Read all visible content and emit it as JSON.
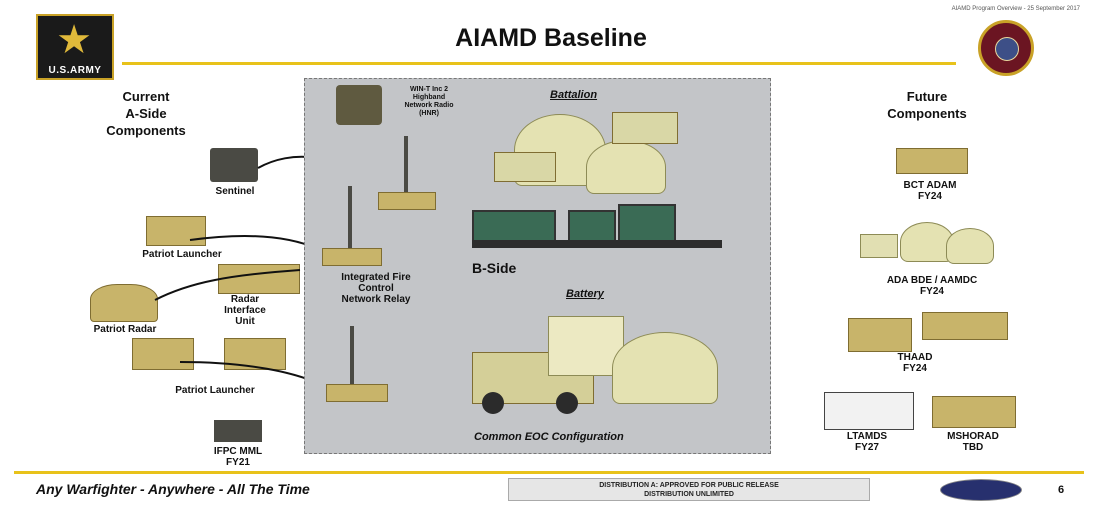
{
  "header": {
    "logo_text": "U.S.ARMY",
    "meta": "AIAMD Program Overview - 25 September 2017",
    "title": "AIAMD Baseline"
  },
  "left": {
    "heading": "Current\nA-Side\nComponents",
    "sentinel": "Sentinel",
    "patriot_launcher_1": "Patriot Launcher",
    "radar_interface_unit": "Radar\nInterface\nUnit",
    "patriot_radar": "Patriot Radar",
    "patriot_launcher_2": "Patriot Launcher",
    "ifpc": "IFPC MML\nFY21"
  },
  "center": {
    "hnr": "WIN-T Inc 2\nHighband\nNetwork Radio\n(HNR)",
    "battalion": "Battalion",
    "ifcn_relay": "Integrated Fire\nControl\nNetwork Relay",
    "b_side": "B-Side",
    "battery": "Battery",
    "eoc": "Common EOC Configuration"
  },
  "right": {
    "heading": "Future\nComponents",
    "bct_adam": "BCT ADAM\nFY24",
    "ada_bde": "ADA BDE / AAMDC\nFY24",
    "thaad": "THAAD\nFY24",
    "ltamds": "LTAMDS\nFY27",
    "mshorad": "MSHORAD\nTBD"
  },
  "footer": {
    "motto": "Any Warfighter - Anywhere - All The Time",
    "distribution_line1": "DISTRIBUTION A:  APPROVED FOR PUBLIC RELEASE",
    "distribution_line2": "DISTRIBUTION UNLIMITED",
    "page_number": "6"
  },
  "colors": {
    "accent_rule": "#e8c21a",
    "panel_bg": "#c3c5c8",
    "equipment_tan": "#c8b46a"
  }
}
